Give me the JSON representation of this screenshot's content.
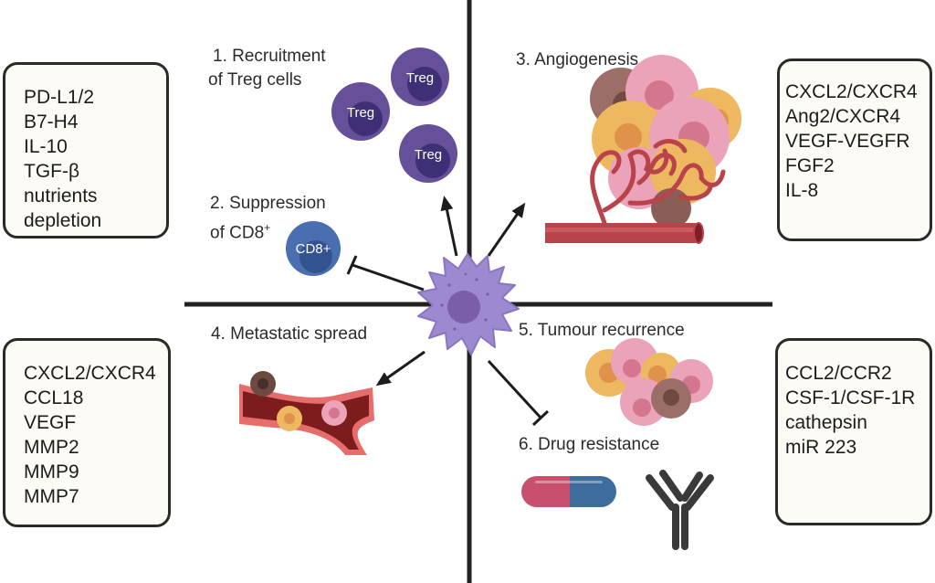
{
  "diagram": {
    "center_cell": "macrophage",
    "quadrants": {
      "top_left": {
        "steps": [
          {
            "label_line1": "1. Recruitment",
            "label_line2": "of Treg cells"
          },
          {
            "label_line1": "2. Suppression",
            "label_line2": "of CD8",
            "label_sup": "+"
          }
        ],
        "treg_cells": [
          "Treg",
          "Treg",
          "Treg"
        ],
        "cd8_cell": "CD8+",
        "factors": [
          "PD-L1/2",
          "B7-H4",
          "IL-10",
          "TGF-β",
          "nutrients",
          "depletion"
        ]
      },
      "top_right": {
        "step_label": "3. Angiogenesis",
        "factors": [
          "CXCL2/CXCR4",
          "Ang2/CXCR4",
          "VEGF-VEGFR",
          "FGF2",
          "IL-8"
        ]
      },
      "bottom_left": {
        "step_label": "4. Metastatic spread",
        "factors": [
          "CXCL2/CXCR4",
          "CCL18",
          "VEGF",
          "MMP2",
          "MMP9",
          "MMP7"
        ]
      },
      "bottom_right": {
        "step_labels": [
          "5. Tumour recurrence",
          "6. Drug resistance"
        ],
        "factors": [
          "CCL2/CCR2",
          "CSF-1/CSF-1R",
          "cathepsin",
          "miR 223"
        ]
      }
    },
    "colors": {
      "macrophage": "#9c89cf",
      "macrophage_nucleus": "#7a5ea8",
      "treg": "#66509a",
      "treg_nucleus": "#3f2f77",
      "cd8": "#4a6fb0",
      "cd8_nucleus": "#34528f",
      "vessel": "#b8434a",
      "box_fill": "#fdfbf5",
      "divider": "#222222"
    }
  }
}
